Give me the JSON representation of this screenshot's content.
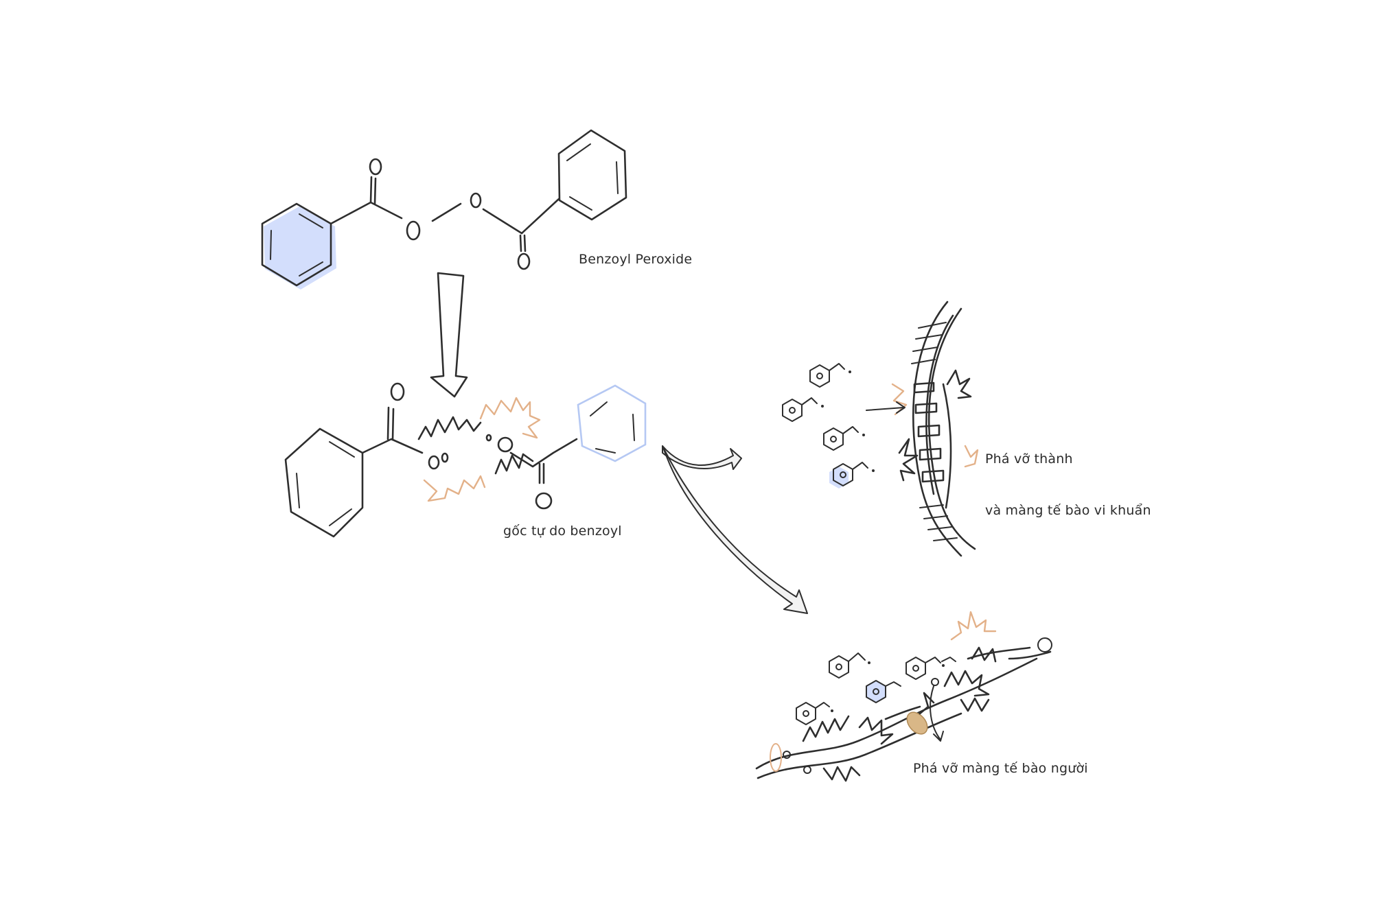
{
  "labels": {
    "benzoyl_peroxide": "Benzoyl Peroxide",
    "benzoyl_radical": "gốc tự do benzoyl",
    "bacteria_line1": "Phá vỡ thành",
    "bacteria_line2": "và màng tế bào vi khuẩn",
    "human_cell": "Phá vỡ màng tế bào người"
  },
  "colors": {
    "ink": "#2e2e2e",
    "blue_highlight": "#d3defc",
    "blue_outline": "#b5c8f3",
    "orange_burst": "#e3b189",
    "tan_blob": "#d9b787",
    "arrow_fill": "#f2f2f2"
  }
}
